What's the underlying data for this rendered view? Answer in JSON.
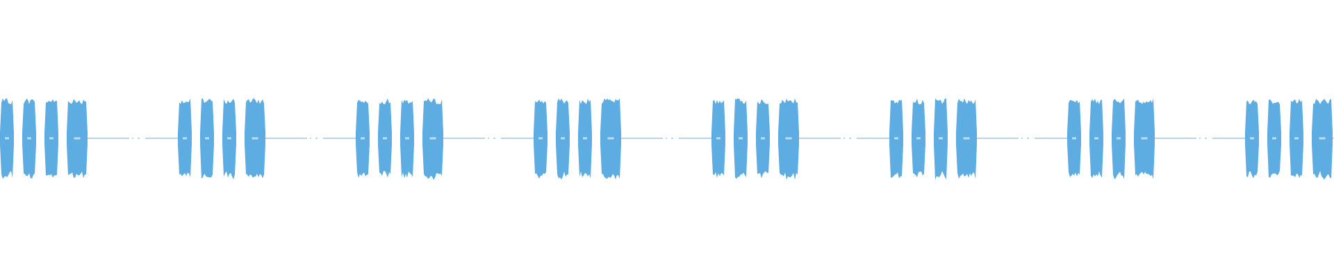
{
  "waveform": {
    "color": "#5dade2",
    "pattern": {
      "pulses_per_group": 4,
      "group_count": 8,
      "burst_amplitude": 0.72,
      "tail_amplitude": 0.01,
      "seed": 7
    }
  }
}
